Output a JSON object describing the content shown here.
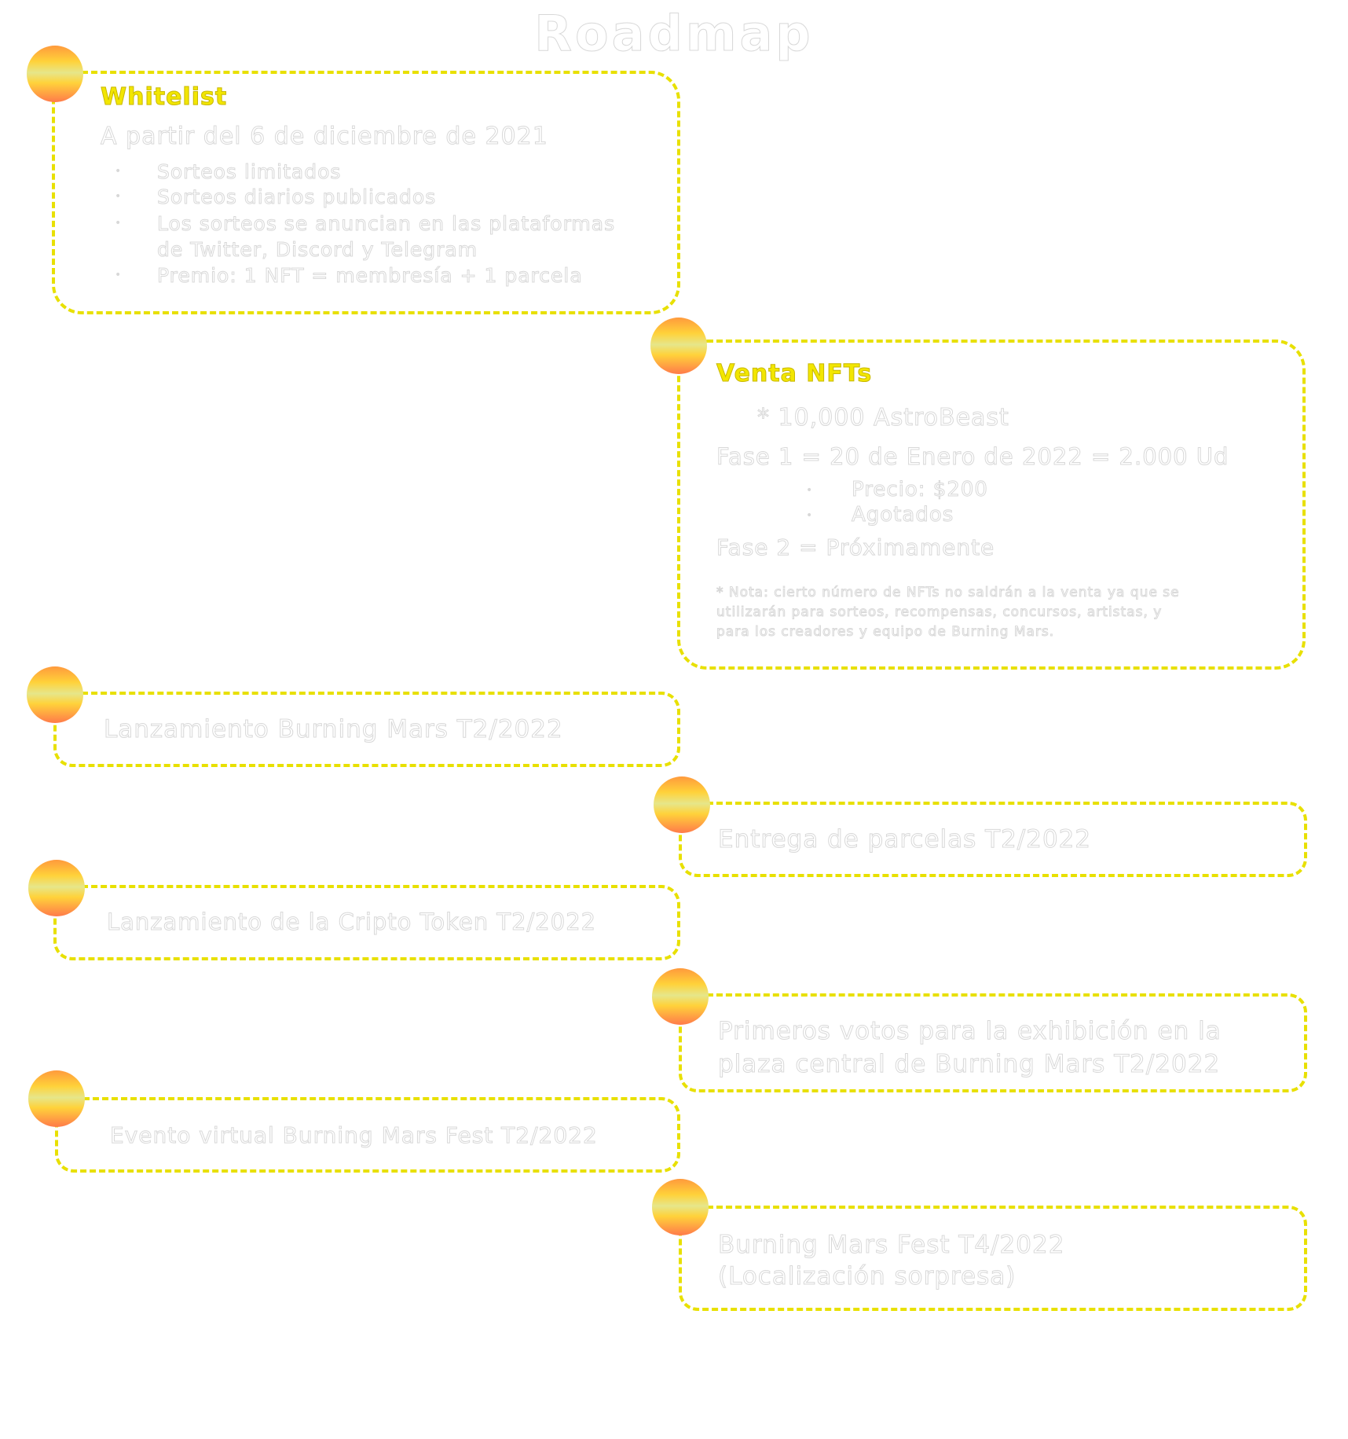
{
  "title": "Roadmap",
  "colors": {
    "accent": "#e8e000",
    "dot_top": "#ff9a3c",
    "dot_mid": "#e6e68a",
    "dot_bottom": "#ff7a4a"
  },
  "whitelist": {
    "heading": "Whitelist",
    "date": "A partir del 6 de diciembre de 2021",
    "items": [
      "Sorteos limitados",
      "Sorteos diarios publicados",
      "Los sorteos se anuncian en las plataformas",
      "de Twitter, Discord y Telegram",
      "Premio: 1 NFT = membresía + 1 parcela"
    ]
  },
  "venta": {
    "heading": "Venta NFTs",
    "total": "* 10,000 AstroBeast",
    "fase1": "Fase 1 = 20 de Enero de 2022  = 2.000 Ud",
    "fase1_items": [
      "Precio: $200",
      "Agotados"
    ],
    "fase2": "Fase 2 = Próximamente",
    "note_lines": [
      "* Nota: cierto número de NFTs no saldrán a la venta ya que se",
      "utilizarán para sorteos, recompensas, concursos, artistas, y",
      "para los creadores y equipo de Burning Mars."
    ]
  },
  "milestones": {
    "m1": "Lanzamiento Burning Mars T2/2022",
    "m2": "Entrega de parcelas T2/2022",
    "m3": "Lanzamiento de la Cripto Token T2/2022",
    "m4_line1": "Primeros votos para la exhibición en la",
    "m4_line2": "plaza central de Burning Mars T2/2022",
    "m5": "Evento virtual Burning Mars Fest T2/2022",
    "m6_line1": "Burning Mars Fest T4/2022",
    "m6_line2": "(Localización sorpresa)"
  }
}
